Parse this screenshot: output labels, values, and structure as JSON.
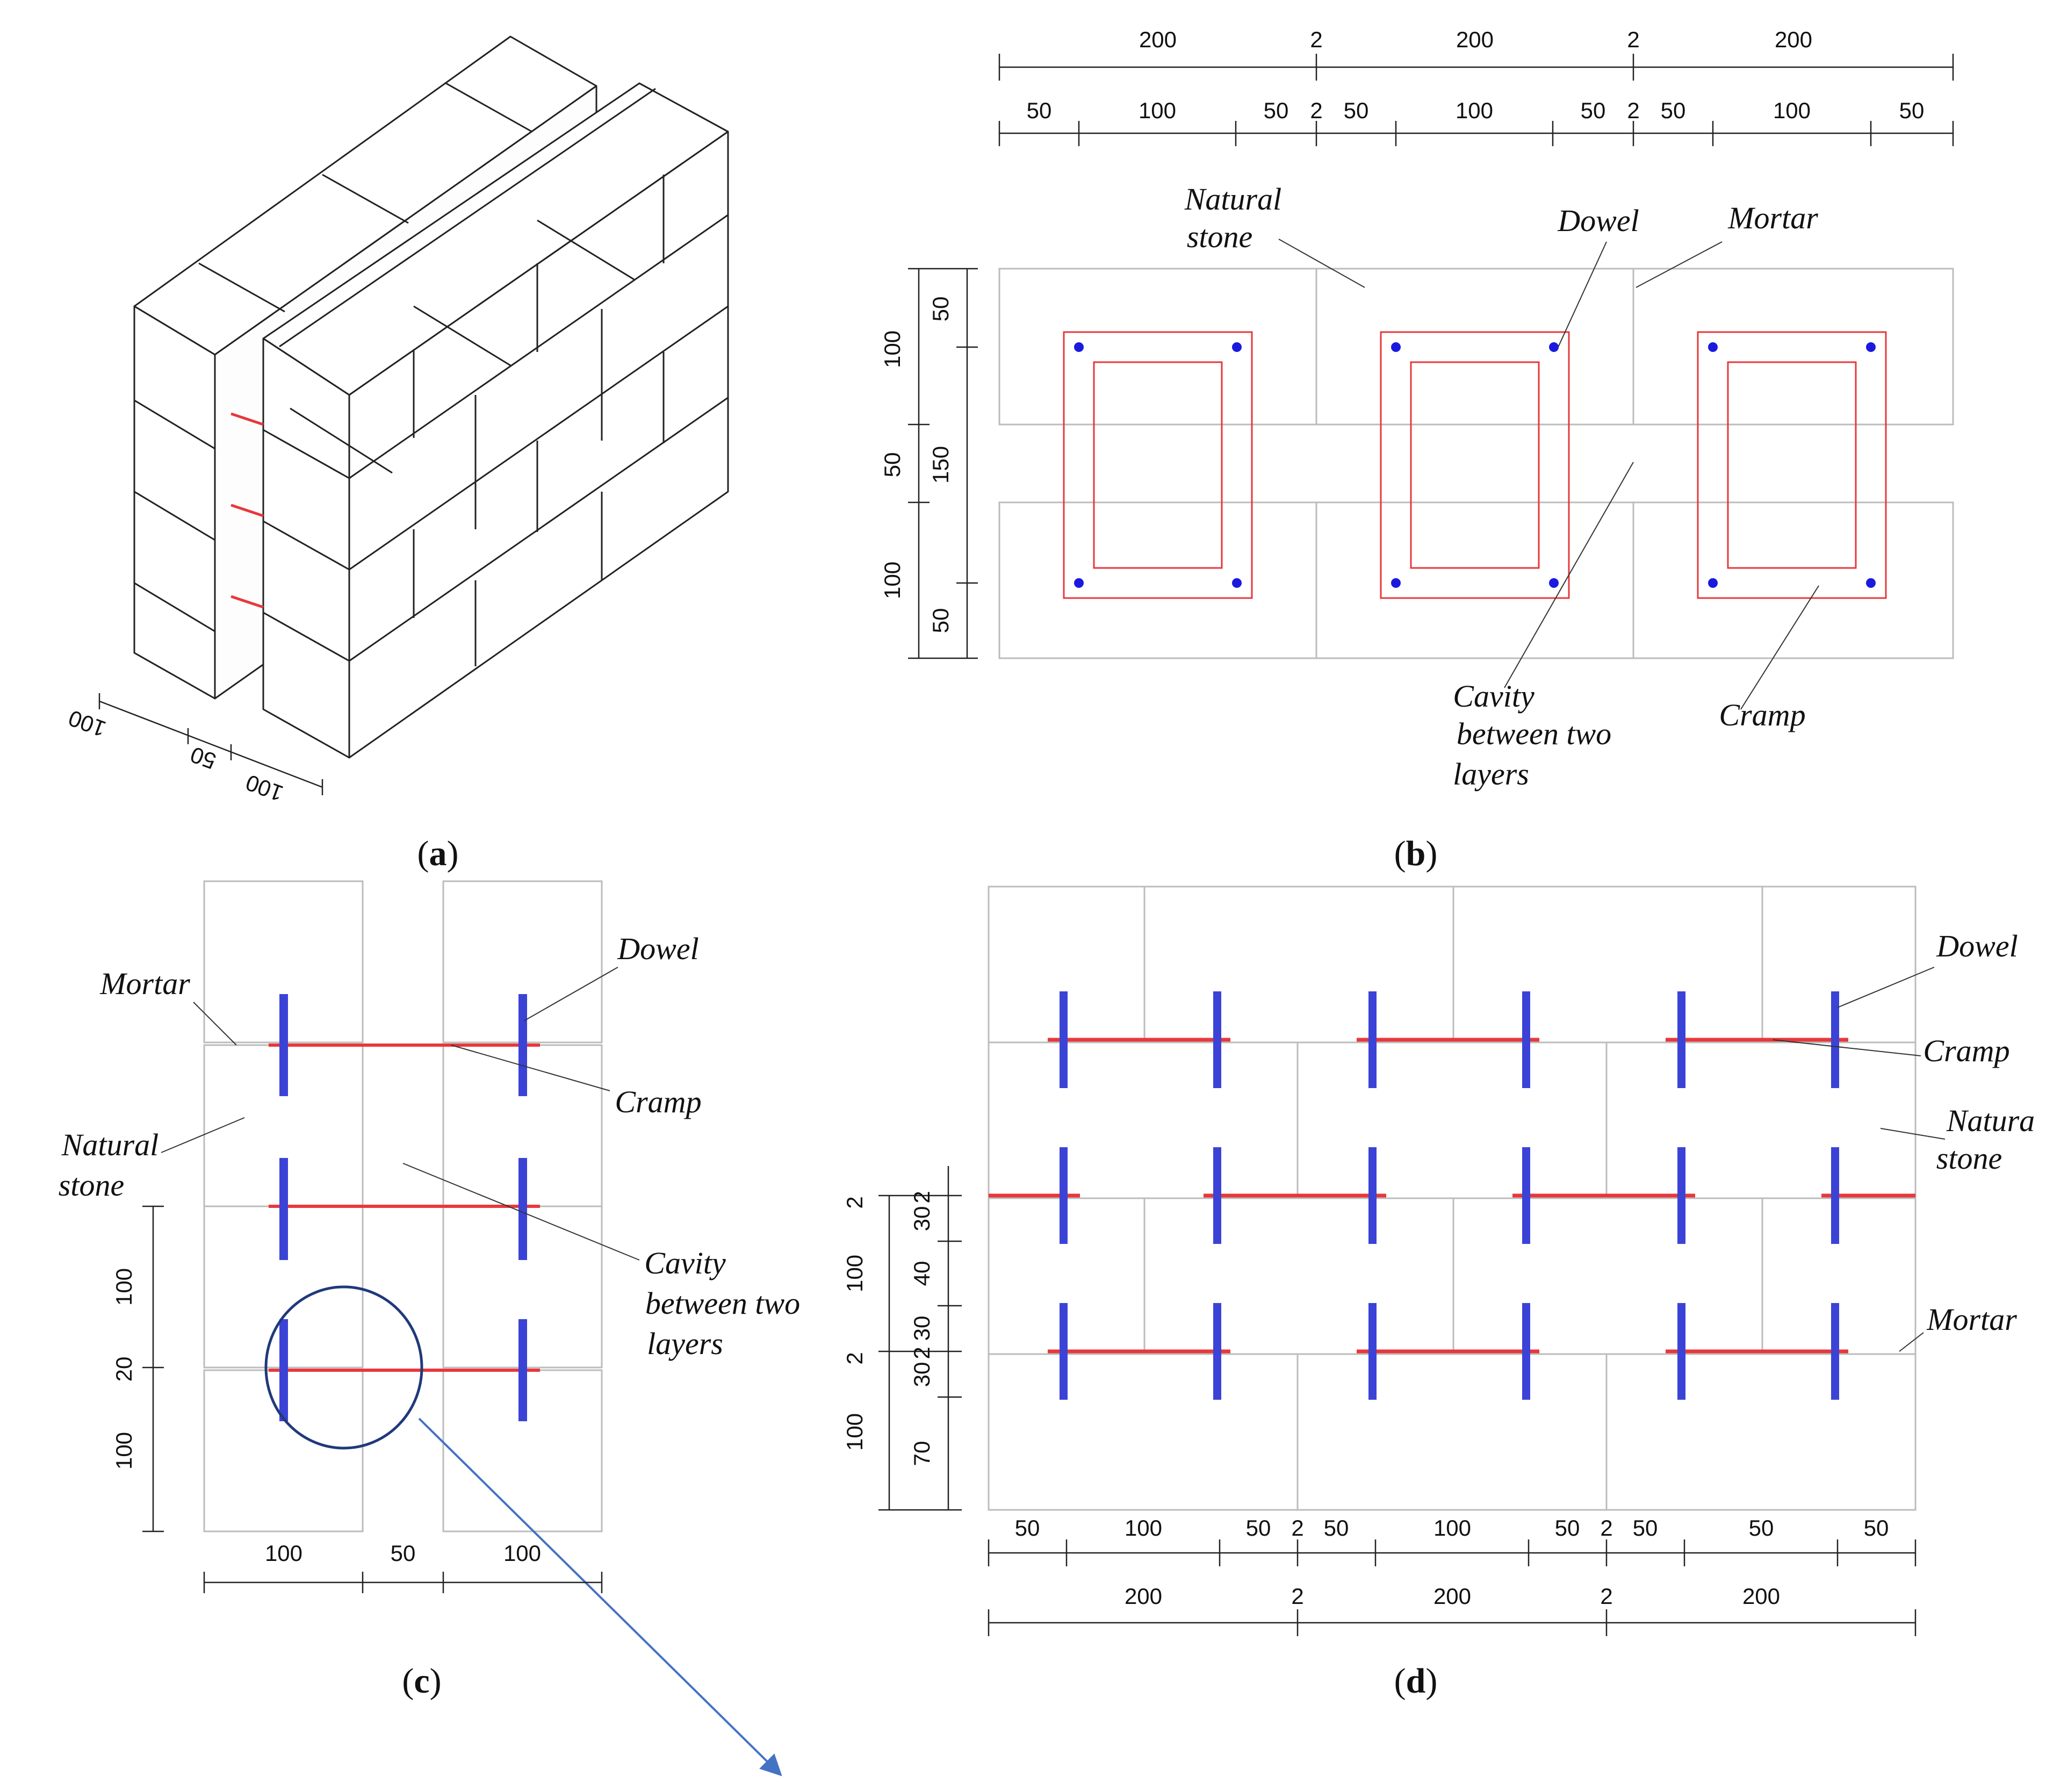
{
  "panels": {
    "a": {
      "caption": [
        "(",
        "a",
        ")"
      ],
      "dims": [
        "100",
        "50",
        "100"
      ]
    },
    "b": {
      "caption": [
        "(",
        "b",
        ")"
      ],
      "top_dims": [
        "200",
        "2",
        "200",
        "2",
        "200"
      ],
      "sub_dims": [
        "50",
        "100",
        "50",
        "2",
        "50",
        "100",
        "50",
        "2",
        "50",
        "100",
        "50"
      ],
      "left_dims_outer": [
        "100",
        "50",
        "100"
      ],
      "left_dims_inner": [
        "50",
        "150",
        "50"
      ],
      "labels": {
        "natural_stone": [
          "Natural",
          "stone"
        ],
        "dowel": "Dowel",
        "mortar": "Mortar",
        "cavity": [
          "Cavity",
          "between two",
          "layers"
        ],
        "cramp": "Cramp"
      }
    },
    "c": {
      "caption": [
        "(",
        "c",
        ")"
      ],
      "bottom_dims": [
        "100",
        "50",
        "100"
      ],
      "left_dims": [
        "100",
        "20",
        "100"
      ],
      "labels": {
        "mortar": "Mortar",
        "dowel": "Dowel",
        "cramp": "Cramp",
        "natural_stone": [
          "Natural",
          "stone"
        ],
        "cavity": [
          "Cavity",
          "between two",
          "layers"
        ]
      }
    },
    "d": {
      "caption": [
        "(",
        "d",
        ")"
      ],
      "bottom_dims": [
        "50",
        "100",
        "50",
        "2",
        "50",
        "100",
        "50",
        "2",
        "50",
        "50",
        "50"
      ],
      "bottom_dims_2": [
        "200",
        "2",
        "200",
        "2",
        "200"
      ],
      "left_dims_outer": [
        "2",
        "100",
        "2",
        "100"
      ],
      "left_dims_inner": [
        "30",
        "2",
        "40",
        "30",
        "2",
        "30",
        "70"
      ],
      "labels": {
        "dowel": "Dowel",
        "cramp": "Cramp",
        "natural_stone": [
          "Natura",
          "stone"
        ],
        "mortar": "Mortar"
      }
    }
  },
  "colors": {
    "cramp": "#e8383b",
    "dowel": "#3b43d6",
    "dowel_dot": "#1a1adf",
    "stone_edge": "#bcbcbc",
    "mortar": "#d9d9d9",
    "line": "#222222",
    "arrow": "#4472c4",
    "circle": "#1f3a7a"
  }
}
